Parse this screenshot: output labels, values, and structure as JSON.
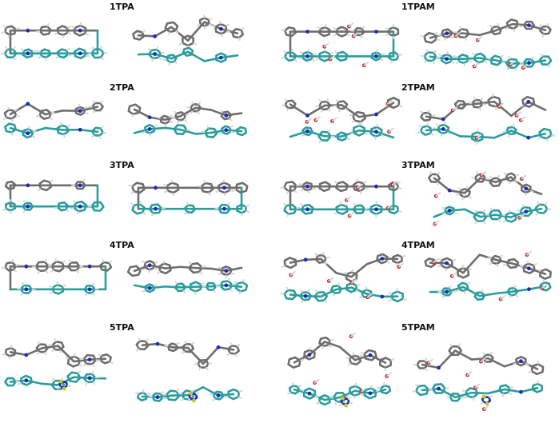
{
  "panels": [
    {
      "label": "1TPA"
    },
    {
      "label": "1TPAM"
    },
    {
      "label": "2TPA"
    },
    {
      "label": "2TPAM"
    },
    {
      "label": "3TPA"
    },
    {
      "label": "3TPAM"
    },
    {
      "label": "4TPA"
    },
    {
      "label": "4TPAM"
    },
    {
      "label": "5TPA"
    },
    {
      "label": "5TPAM"
    }
  ],
  "colors": {
    "donor_carbon": "#6e6e6e",
    "acceptor_carbon": "#2a9d9d",
    "hydrogen": "#d6d6d6",
    "nitrogen": "#1a2fb5",
    "oxygen": "#cc2a2a",
    "sulfur": "#d4c21c"
  }
}
